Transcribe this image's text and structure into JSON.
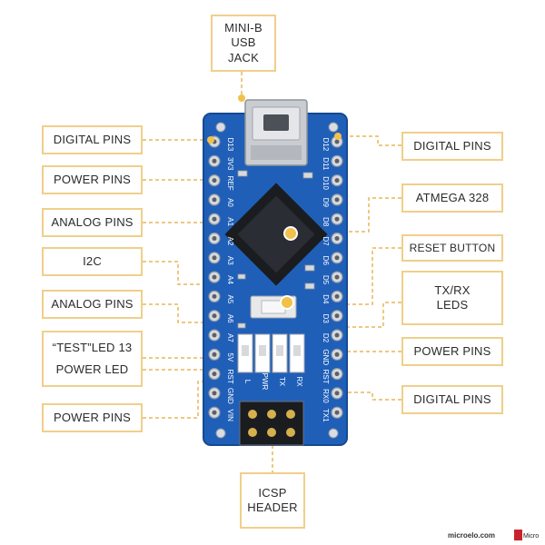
{
  "labels": {
    "mini_b_usb_jack": [
      "MINI-B",
      "USB",
      "JACK"
    ],
    "digital_pins_top_left": "DIGITAL PINS",
    "power_pins_left": "POWER PINS",
    "analog_pins_left_top": "ANALOG PINS",
    "i2c": "I2C",
    "analog_pins_left_bottom": "ANALOG PINS",
    "test_led_13": "“TEST”LED 13",
    "power_led": "POWER LED",
    "power_pins_left_bottom": "POWER PINS",
    "icsp_header": [
      "ICSP",
      "HEADER"
    ],
    "digital_pins_top_right": "DIGITAL PINS",
    "atmega_328": "ATMEGA 328",
    "reset_button": "RESET BUTTON",
    "tx_rx_leds": [
      "TX/RX",
      "LEDS"
    ],
    "power_pins_right": "POWER PINS",
    "digital_pins_bottom_right": "DIGITAL PINS"
  },
  "board": {
    "left_pins": [
      "D13",
      "3V3",
      "REF",
      "A0",
      "A1",
      "A2",
      "A3",
      "A4",
      "A5",
      "A6",
      "A7",
      "5V",
      "RST",
      "GND",
      "VIN"
    ],
    "right_pins": [
      "D12",
      "D11",
      "D10",
      "D9",
      "D8",
      "D7",
      "D6",
      "D5",
      "D4",
      "D3",
      "D2",
      "GND",
      "RST",
      "RX0",
      "TX1"
    ],
    "led_labels": [
      "L",
      "PWR",
      "TX",
      "RX"
    ]
  },
  "watermark": "microelo.com",
  "watermark_logo": "Micro",
  "colors": {
    "board": "#1f5fb8",
    "label_border": "#f0cf8a",
    "leader_line": "#e7b75a",
    "callout_dot": "#f2c14b"
  }
}
